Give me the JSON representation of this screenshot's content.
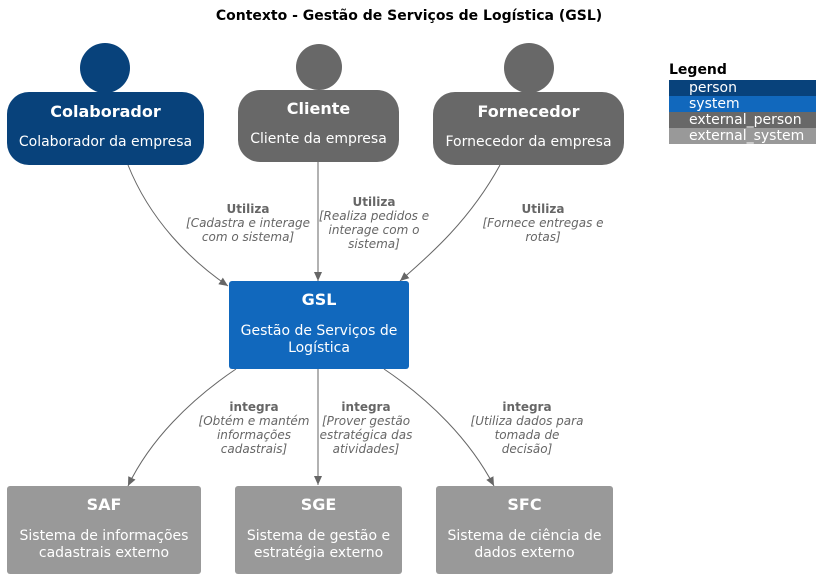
{
  "title": "Contexto - Gestão de Serviços de Logística (GSL)",
  "colors": {
    "person": "#08427b",
    "system": "#1168bd",
    "external_person": "#686868",
    "external_system": "#999999",
    "edge": "#666666"
  },
  "nodes": {
    "colaborador": {
      "name": "Colaborador",
      "desc": "Colaborador da empresa"
    },
    "cliente": {
      "name": "Cliente",
      "desc": "Cliente da empresa"
    },
    "fornecedor": {
      "name": "Fornecedor",
      "desc": "Fornecedor da empresa"
    },
    "gsl": {
      "name": "GSL",
      "desc": "Gestão de Serviços de Logística"
    },
    "saf": {
      "name": "SAF",
      "desc": "Sistema de informações cadastrais externo"
    },
    "sge": {
      "name": "SGE",
      "desc": "Sistema de gestão e estratégia externo"
    },
    "sfc": {
      "name": "SFC",
      "desc": "Sistema de ciência de dados externo"
    }
  },
  "edges": {
    "colaborador_gsl": {
      "label": "Utiliza",
      "desc": "[Cadastra e interage com o sistema]"
    },
    "cliente_gsl": {
      "label": "Utiliza",
      "desc": "[Realiza pedidos e interage com o sistema]"
    },
    "fornecedor_gsl": {
      "label": "Utiliza",
      "desc": "[Fornece entregas e rotas]"
    },
    "gsl_saf": {
      "label": "integra",
      "desc": "[Obtém e mantém informações cadastrais]"
    },
    "gsl_sge": {
      "label": "integra",
      "desc": "[Prover gestão estratégica das atividades]"
    },
    "gsl_sfc": {
      "label": "integra",
      "desc": "[Utiliza dados para tomada de decisão]"
    }
  },
  "legend": {
    "title": "Legend",
    "items": [
      "person",
      "system",
      "external_person",
      "external_system"
    ]
  }
}
